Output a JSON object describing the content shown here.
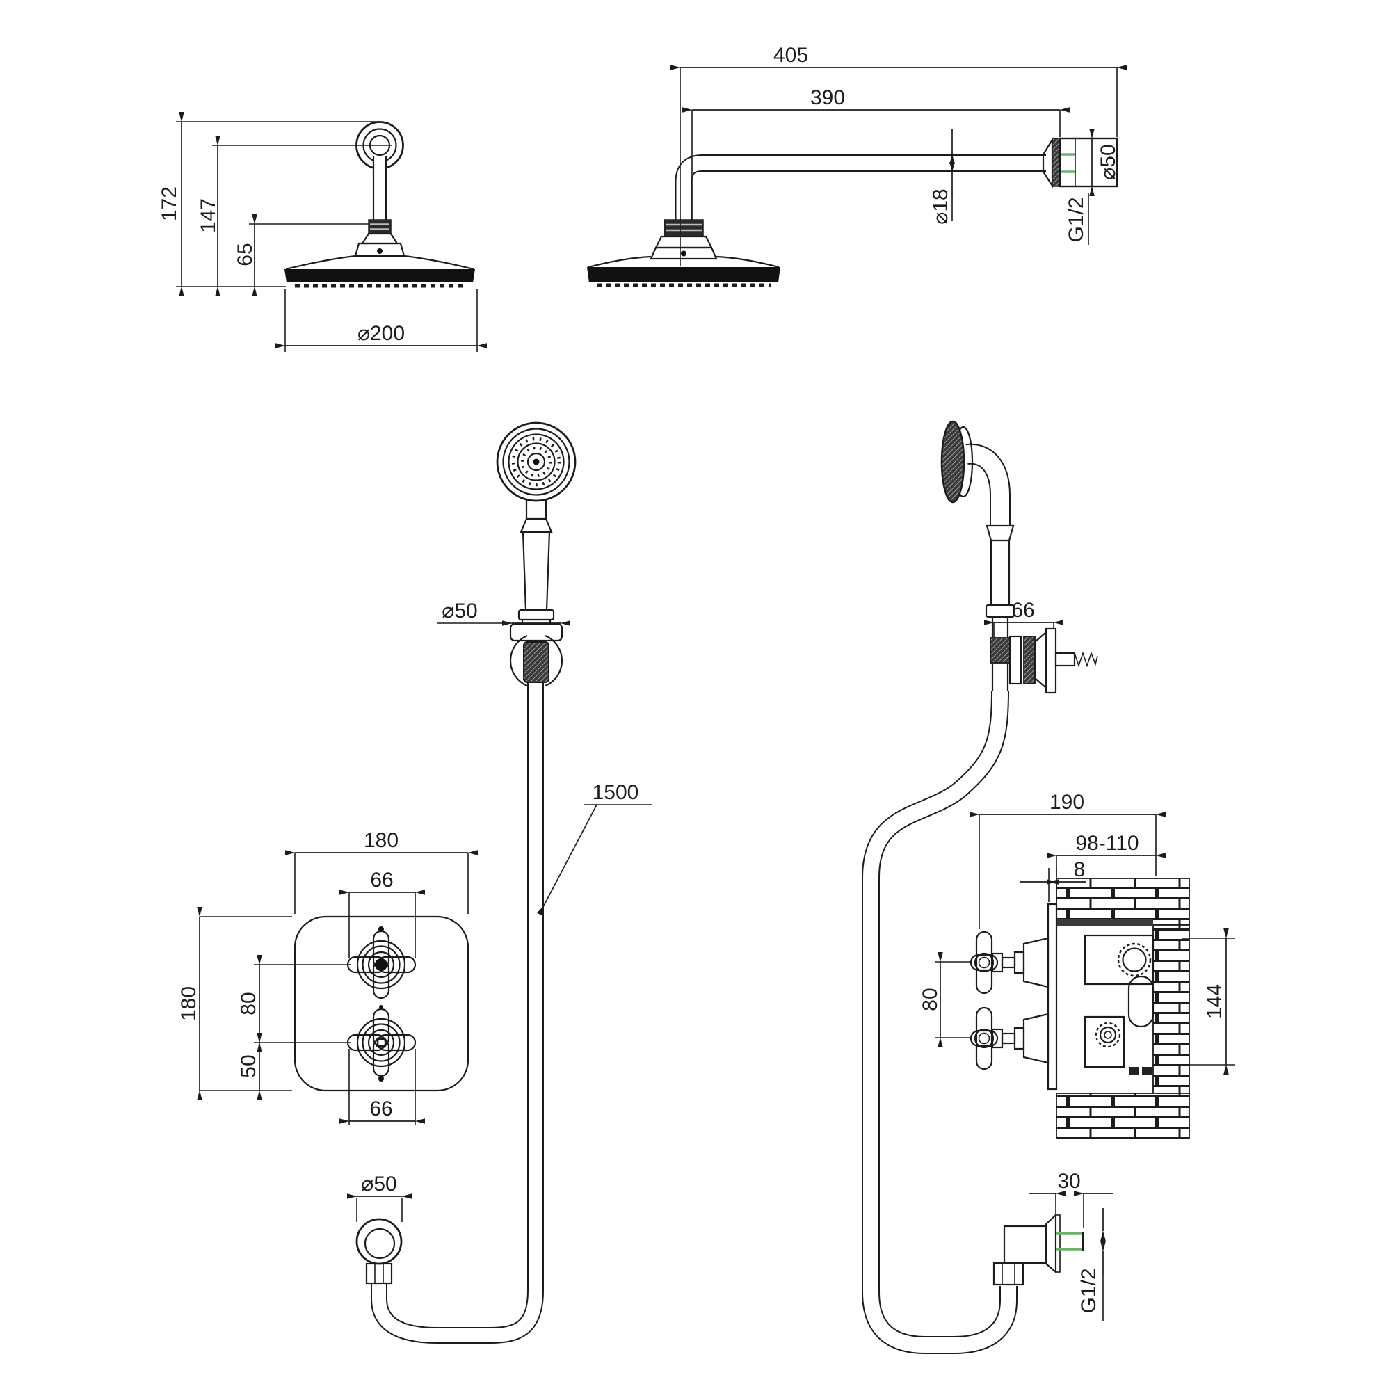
{
  "meta": {
    "type": "technical installation drawing",
    "product": "thermostatic shower system with overhead shower, hand shower and concealed valve",
    "background": "#ffffff",
    "ink_color": "#1c1c1c",
    "thread_highlight_color": "#69b469"
  },
  "views": {
    "head_front": {
      "label": "overhead shower front elevation",
      "total_height": "172",
      "center_height": "147",
      "arm_height": "65",
      "head_diameter": "⌀200"
    },
    "head_side": {
      "label": "shower arm side elevation",
      "overall_reach": "405",
      "arm_reach": "390",
      "pipe_diameter": "⌀18",
      "flange_diameter": "⌀50",
      "thread": "G1/2"
    },
    "handset_front": {
      "label": "hand shower front view",
      "holder_diameter": "⌀50",
      "hose_length": "1500"
    },
    "handset_side": {
      "label": "hand shower side view",
      "bracket_width": "66"
    },
    "valve_front": {
      "label": "thermostatic valve front view",
      "plate_width": "180",
      "plate_height": "180",
      "top_handle_width": "66",
      "bottom_handle_width": "66",
      "handle_spacing": "80",
      "bottom_offset": "50"
    },
    "valve_side": {
      "label": "thermostatic valve side view in wall",
      "overall_depth": "190",
      "recess_depth": "98-110",
      "plate_thickness": "8",
      "handle_spacing": "80",
      "body_height": "144"
    },
    "outlet_front": {
      "label": "wall outlet elbow front view",
      "flange_diameter": "⌀50"
    },
    "outlet_side": {
      "label": "wall outlet elbow side view",
      "projection": "30",
      "thread": "G1/2"
    }
  }
}
